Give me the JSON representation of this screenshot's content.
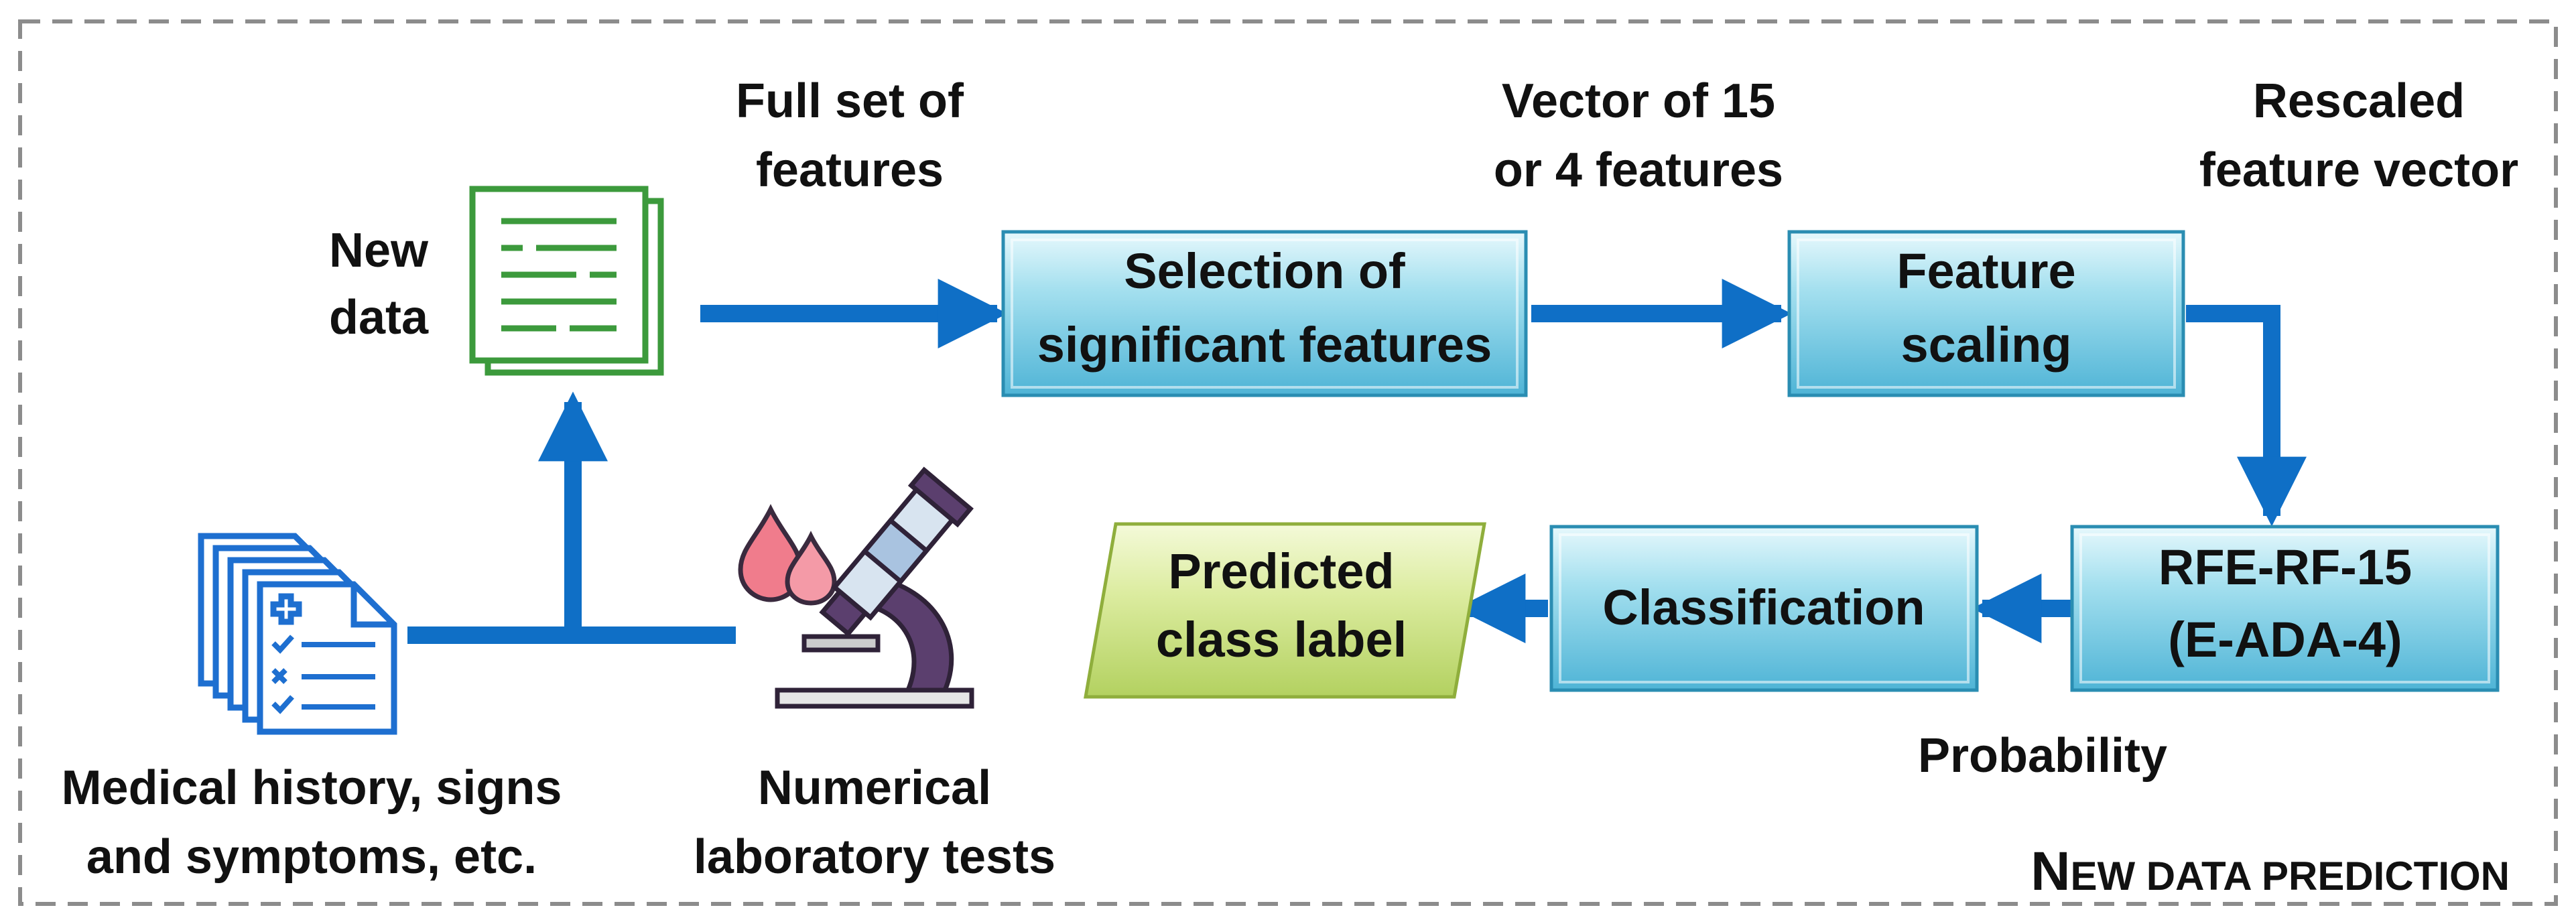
{
  "labels": {
    "new_data": [
      "New",
      "data"
    ],
    "full_set": [
      "Full set of",
      "features"
    ],
    "vector": [
      "Vector of 15",
      "or 4 features"
    ],
    "rescaled": [
      "Rescaled",
      "feature vector"
    ],
    "medical": [
      "Medical history, signs",
      "and symptoms, etc."
    ],
    "numerical": [
      "Numerical",
      "laboratory tests"
    ],
    "probability": "Probability",
    "corner_big": "N",
    "corner_small": "EW DATA PREDICTION"
  },
  "boxes": {
    "selection": [
      "Selection of",
      "significant features"
    ],
    "scaling": [
      "Feature",
      "scaling"
    ],
    "model": [
      "RFE-RF-15",
      "(E-ADA-4)"
    ],
    "classification": "Classification",
    "predicted": [
      "Predicted",
      "class label"
    ]
  },
  "colors": {
    "arrow": "#0f6fc6",
    "box_light": "#c9eef7",
    "box_mid": "#5fc0dd",
    "box_dark": "#2a8db2",
    "output_light": "#eef7c8",
    "output_dark": "#b9d56a",
    "document_green": "#3c9a3c",
    "border_dash": "#8c8c8c"
  },
  "icons": {
    "document": "document-icon",
    "medical_records": "medical-records-icon",
    "microscope": "microscope-icon"
  }
}
